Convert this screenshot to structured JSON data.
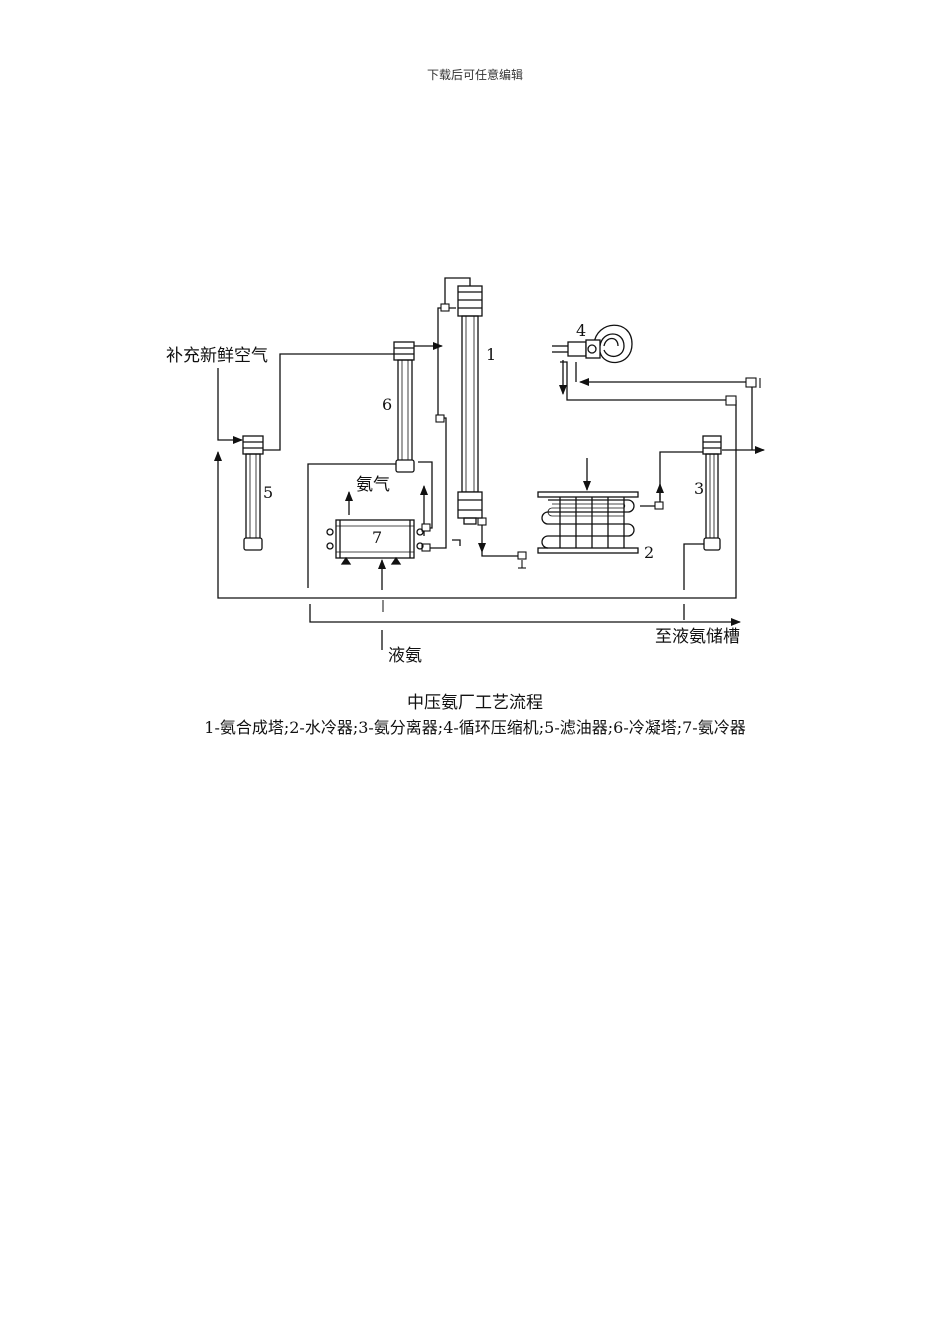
{
  "header": {
    "text": "下载后可任意编辑"
  },
  "diagram": {
    "labels": {
      "air_in": "补充新鲜空气",
      "ammonia_gas": "氨气",
      "liquid_ammonia": "液氨",
      "to_storage": "至液氨储槽"
    },
    "equipment_numbers": {
      "synthesis_tower": "1",
      "water_cooler": "2",
      "separator": "3",
      "compressor": "4",
      "oil_filter": "5",
      "condensing_tower": "6",
      "ammonia_cooler": "7"
    }
  },
  "caption": {
    "title": "中压氨厂工艺流程",
    "legend": "1-氨合成塔;2-水冷器;3-氨分离器;4-循环压缩机;5-滤油器;6-冷凝塔;7-氨冷器"
  }
}
